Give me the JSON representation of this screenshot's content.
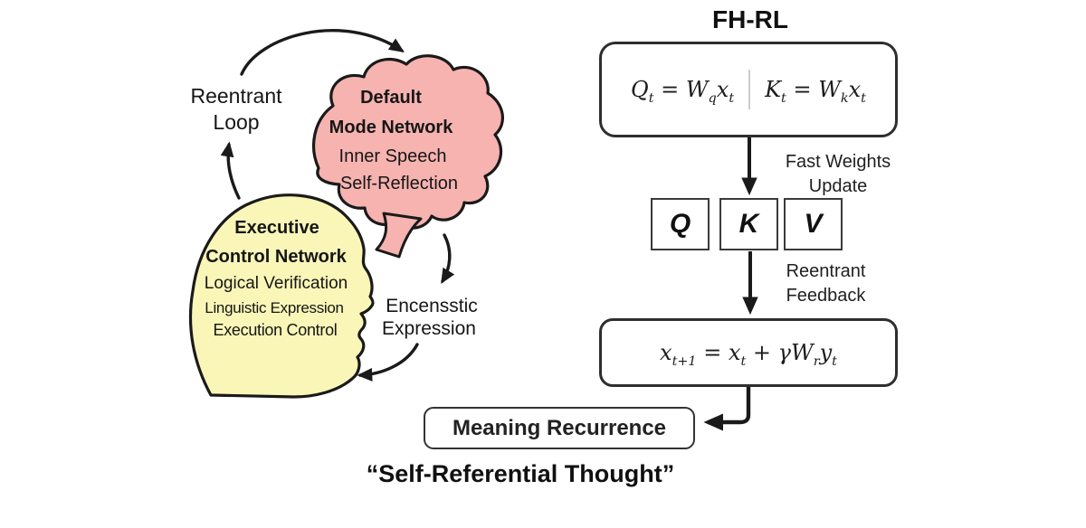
{
  "figure": {
    "colors": {
      "brain_pink": "#f6b3b0",
      "head_yellow": "#f9f6b8",
      "outline": "#1a1a1a",
      "divider_gray": "#cccccc"
    },
    "left": {
      "loop_label": {
        "line1": "Reentrant",
        "line2": "Loop"
      },
      "default_mode_network": {
        "name_line1": "Default",
        "name_line2": "Mode Network",
        "function1": "Inner Speech",
        "function2": "Self-Reflection"
      },
      "executive_control_network": {
        "name_line1": "Executive",
        "name_line2": "Control Network",
        "function1": "Logical Verification",
        "function2": "Linguistic Expression",
        "function3": "Execution Control"
      },
      "expression_label": {
        "line1": "Encensstic",
        "line2": "Expression"
      }
    },
    "right": {
      "title": "FH-RL",
      "projection_box": {
        "equation_q": "Q_t = W_qx_t",
        "equation_k": "K_t = W_kx_t"
      },
      "fast_weights_label": {
        "line1": "Fast Weights",
        "line2": "Update"
      },
      "qkv_boxes": {
        "q": "Q",
        "k": "K",
        "v": "V"
      },
      "reentrant_feedback_label": {
        "line1": "Reentrant",
        "line2": "Feedback"
      },
      "update_box": {
        "equation": "x_{t+1} = x_t + γW_ry_t"
      },
      "meaning_box_label": "Meaning Recurrence",
      "caption": "“Self-Referential Thought”"
    }
  }
}
